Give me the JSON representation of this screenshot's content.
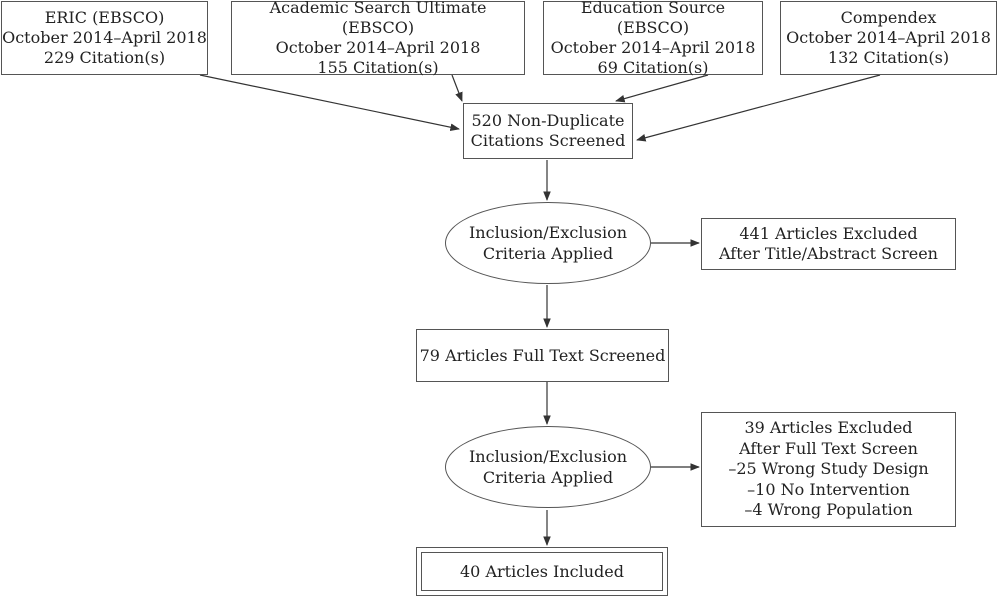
{
  "sources": [
    {
      "lines": [
        "ERIC (EBSCO)",
        "October 2014–April 2018",
        "229 Citation(s)"
      ]
    },
    {
      "lines": [
        "Academic Search Ultimate (EBSCO)",
        "October 2014–April 2018",
        "155 Citation(s)"
      ]
    },
    {
      "lines": [
        "Education Source (EBSCO)",
        "October 2014–April 2018",
        "69 Citation(s)"
      ]
    },
    {
      "lines": [
        "Compendex",
        "October 2014–April 2018",
        "132 Citation(s)"
      ]
    }
  ],
  "screened": {
    "lines": [
      "520 Non-Duplicate",
      "Citations Screened"
    ]
  },
  "criteria1": {
    "lines": [
      "Inclusion/Exclusion",
      "Criteria Applied"
    ]
  },
  "excluded1": {
    "lines": [
      "441 Articles Excluded",
      "After Title/Abstract Screen"
    ]
  },
  "fulltext": {
    "label": "79 Articles Full Text Screened"
  },
  "criteria2": {
    "lines": [
      "Inclusion/Exclusion",
      "Criteria Applied"
    ]
  },
  "excluded2": {
    "lines": [
      "39 Articles Excluded",
      "After Full Text Screen",
      "–25 Wrong Study Design",
      "–10 No Intervention",
      "–4 Wrong Population"
    ]
  },
  "included": {
    "label": "40 Articles Included"
  }
}
